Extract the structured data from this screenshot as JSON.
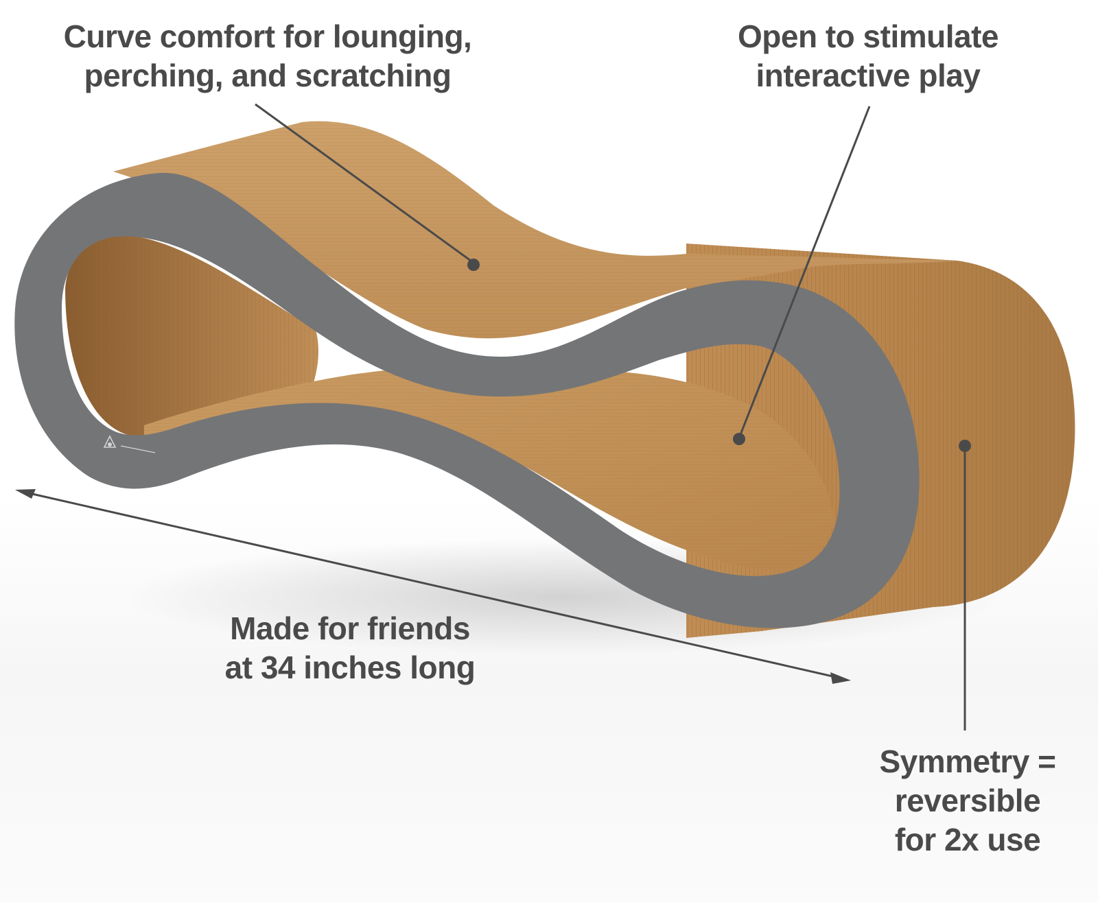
{
  "callouts": {
    "curve": [
      "Curve comfort for lounging,",
      "perching, and scratching"
    ],
    "open": [
      "Open to stimulate",
      "interactive play"
    ],
    "made": [
      "Made for friends",
      "at 34 inches long"
    ],
    "symmetry": [
      "Symmetry =",
      "reversible",
      "for 2x use"
    ]
  },
  "product": {
    "brand_logo": "cat-fusion-logo",
    "colors": {
      "cardboard": "#c89a63",
      "cardboard_dark": "#a9773f",
      "frame_gray": "#747577",
      "leader_line": "#4a4a4a",
      "text": "#4a4a4a"
    }
  }
}
